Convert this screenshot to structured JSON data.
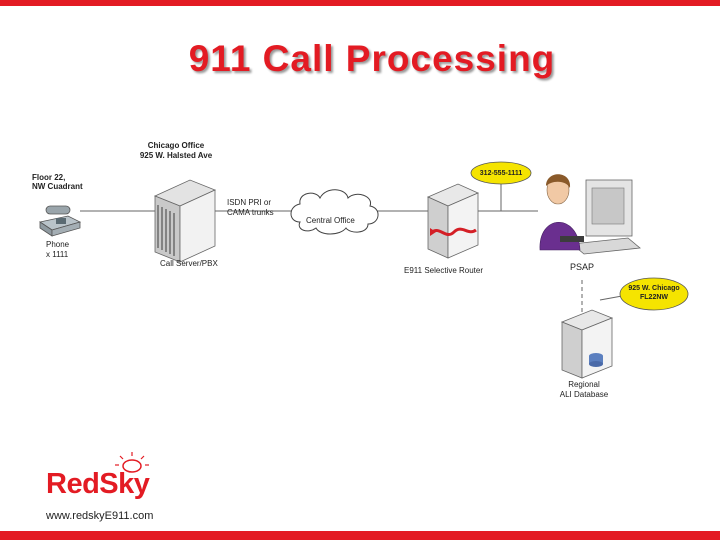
{
  "title": "911 Call Processing",
  "office": {
    "name": "Chicago Office",
    "address": "925 W. Halsted Ave"
  },
  "floor_label": [
    "Floor 22,",
    "NW Cuadrant"
  ],
  "phone_label": [
    "Phone",
    "x 1111"
  ],
  "call_server_label": "Call Server/PBX",
  "trunk_label": [
    "ISDN PRI or",
    "CAMA trunks"
  ],
  "central_office_label": "Central Office",
  "router_label": "E911 Selective Router",
  "callout_number": "312-555-1111",
  "psap_label": "PSAP",
  "callout_address": [
    "925 W. Chicago",
    "FL22NW"
  ],
  "ali_label": [
    "Regional",
    "ALI Database"
  ],
  "logo_text": "RedSky",
  "url": "www.redskyE911.com",
  "colors": {
    "brand_red": "#e31b23",
    "callout_yellow": "#f5e400"
  }
}
